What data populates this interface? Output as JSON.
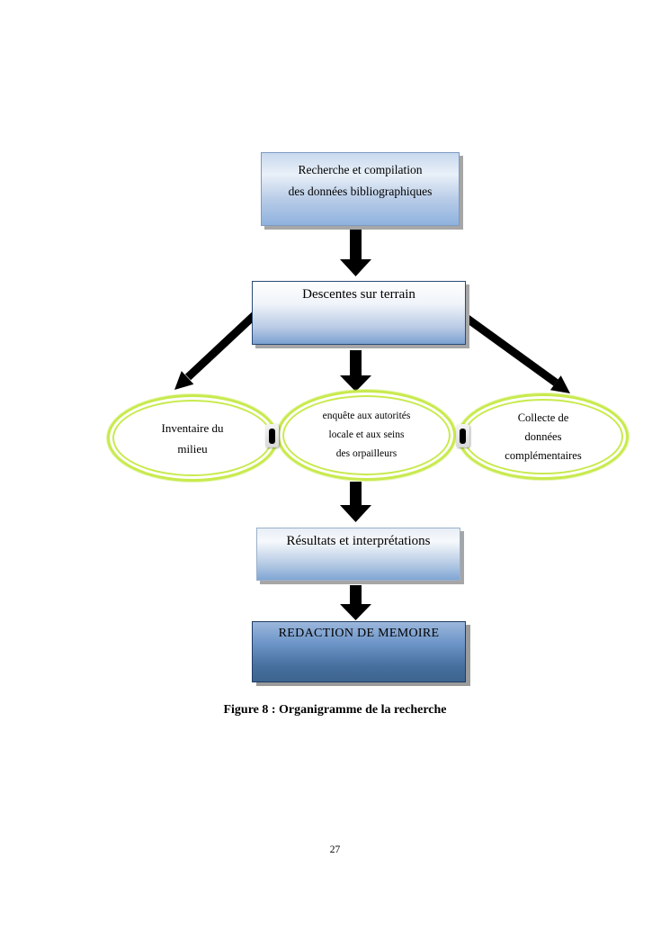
{
  "colors": {
    "arrow": "#000000",
    "ellipse_border": "#c8ea4e",
    "box_light_gradient_top": "#e9f0f8",
    "box_light_gradient_bottom": "#8fb2de",
    "box_dark_gradient_top": "#9cb7dc",
    "box_dark_gradient_bottom": "#3d648e",
    "shadow": "#a6a6a6"
  },
  "flowchart": {
    "box_research": {
      "line1": "Recherche et compilation",
      "line2": "des données bibliographiques"
    },
    "box_terrain": {
      "label": "Descentes sur terrain"
    },
    "ellipse_inventaire": {
      "line1": "Inventaire du",
      "line2": "milieu"
    },
    "ellipse_enquete": {
      "line1": "enquête aux autorités",
      "line2": "locale et aux seins",
      "line3": "des orpailleurs"
    },
    "ellipse_collecte": {
      "line1": "Collecte de",
      "line2": "données",
      "line3": "complémentaires"
    },
    "box_resultats": {
      "label": "Résultats et interprétations"
    },
    "box_redaction": {
      "label": "REDACTION DE MEMOIRE"
    }
  },
  "caption": "Figure 8 : Organigramme de la  recherche",
  "page_number": "27"
}
